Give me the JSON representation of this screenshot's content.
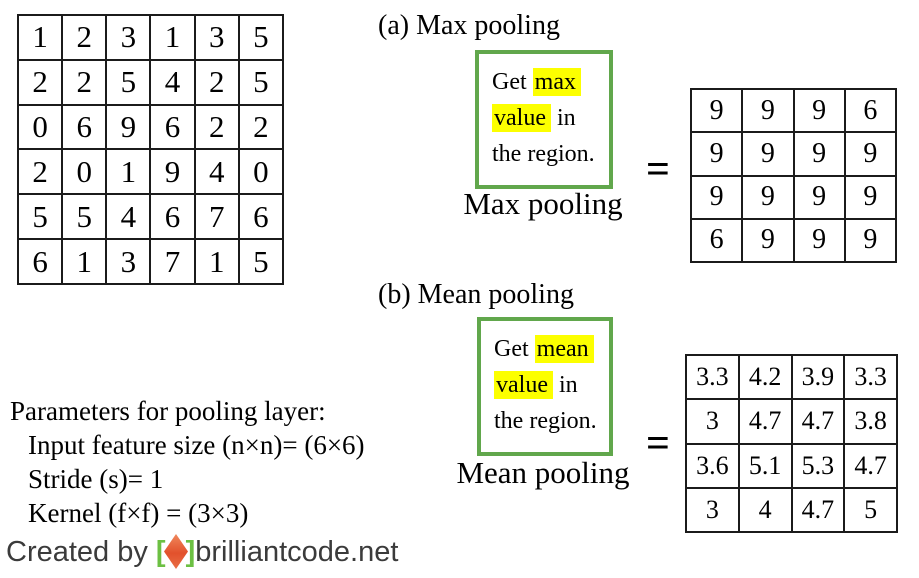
{
  "input_matrix": {
    "rows": [
      [
        1,
        2,
        3,
        1,
        3,
        5
      ],
      [
        2,
        2,
        5,
        4,
        2,
        5
      ],
      [
        0,
        6,
        9,
        6,
        2,
        2
      ],
      [
        2,
        0,
        1,
        9,
        4,
        0
      ],
      [
        5,
        5,
        4,
        6,
        7,
        6
      ],
      [
        6,
        1,
        3,
        7,
        1,
        5
      ]
    ]
  },
  "sections": {
    "max": {
      "heading": "(a) Max pooling",
      "box": {
        "line1_pre": "Get ",
        "line1_hl": "max",
        "line2_hl": "value",
        "line2_post": " in",
        "line3": "the region."
      },
      "label": "Max pooling",
      "equals": "=",
      "output": [
        [
          9,
          9,
          9,
          6
        ],
        [
          9,
          9,
          9,
          9
        ],
        [
          9,
          9,
          9,
          9
        ],
        [
          6,
          9,
          9,
          9
        ]
      ]
    },
    "mean": {
      "heading": "(b) Mean pooling",
      "box": {
        "line1_pre": "Get ",
        "line1_hl": "mean",
        "line2_hl": "value",
        "line2_post": " in",
        "line3": "the region."
      },
      "label": "Mean pooling",
      "equals": "=",
      "output": [
        [
          3.3,
          4.2,
          3.9,
          3.3
        ],
        [
          3,
          4.7,
          4.7,
          3.8
        ],
        [
          3.6,
          5.1,
          5.3,
          4.7
        ],
        [
          3,
          4,
          4.7,
          5
        ]
      ]
    }
  },
  "parameters": {
    "title": "Parameters for pooling layer:",
    "lines": [
      "Input feature size (n×n)= (6×6)",
      "Stride (s)= 1",
      "Kernel (f×f) = (3×3)"
    ]
  },
  "footer": {
    "created_by": "Created by ",
    "bracket_open": "[",
    "bracket_close": "]",
    "site": "brilliantcode.net"
  },
  "colors": {
    "green_border": "#61a74c",
    "highlight_yellow": "#fcff00",
    "logo_green": "#6cc043",
    "logo_diamond_orange": "#e2512c",
    "footer_text": "#3b3b3b",
    "matrix_line": "#1b1b1b"
  }
}
